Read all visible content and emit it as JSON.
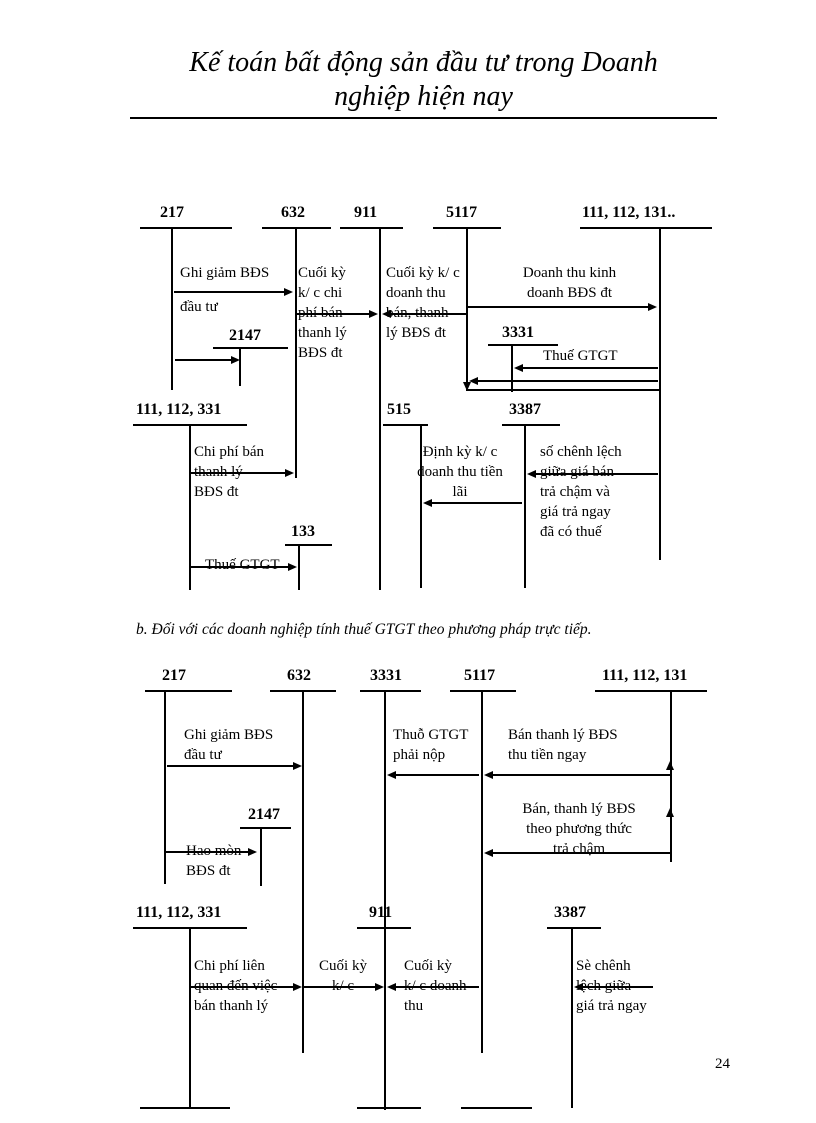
{
  "page": {
    "title": "Kế toán bất động sản đầu tư trong Doanh\nnghiệp hiện nay",
    "section_b": "b. Đối với các doanh nghiệp tính thuế GTGT theo phương pháp trực tiếp.",
    "page_number": "24"
  },
  "d1": {
    "acc_217": "217",
    "acc_632": "632",
    "acc_911": "911",
    "acc_5117": "5117",
    "acc_111_112_131": "111, 112, 131..",
    "acc_2147": "2147",
    "acc_3331": "3331",
    "acc_111_112_331": "111, 112, 331",
    "acc_515": "515",
    "acc_3387": "3387",
    "acc_133": "133",
    "lbl_ghi_giam_1": "Ghi giảm BĐS",
    "lbl_ghi_giam_2": "đầu tư",
    "lbl_cuoi_ky_chi_phi": "Cuối kỳ\nk/ c chi\nphí bán\nthanh lý\nBĐS đt",
    "lbl_cuoi_ky_doanh_thu": "Cuối kỳ k/ c\ndoanh thu\nbán, thanh\nlý BĐS đt",
    "lbl_doanh_thu_kd": "Doanh thu kinh\ndoanh BĐS đt",
    "lbl_thue_gtgt_1": "Thuế GTGT",
    "lbl_chi_phi_ban": "Chi phí bán\nthanh lý\nBĐS đt",
    "lbl_dinh_ky": "Định kỳ k/ c\ndoanh thu tiền\nlãi",
    "lbl_so_chenh_lech": "số chênh lệch\ngiữa giá bán\ntrả chậm và\ngiá trả ngay\nđã có thuế",
    "lbl_thue_gtgt_2": "Thuế GTGT"
  },
  "d2": {
    "acc_217": "217",
    "acc_632": "632",
    "acc_3331": "3331",
    "acc_5117": "5117",
    "acc_111_112_131": "111, 112, 131",
    "acc_2147": "2147",
    "acc_111_112_331": "111, 112, 331",
    "acc_911": "911",
    "acc_3387": "3387",
    "lbl_ghi_giam": "Ghi giảm BĐS\nđầu tư",
    "lbl_thue_phai_nop": "Thuỗ GTGT\nphải nộp",
    "lbl_ban_thanh_ly_ngay": "Bán thanh lý BĐS\nthu tiền ngay",
    "lbl_hao_mon": "Hao mòn\nBĐS đt",
    "lbl_ban_thanh_ly_cham": "Bán, thanh lý BĐS\ntheo phương thức\ntrả chậm",
    "lbl_chi_phi_lien_quan": "Chi phí liên\nquan đến việc\nbán thanh lý",
    "lbl_cuoi_ky_kc": "Cuối kỳ\nk/ c",
    "lbl_cuoi_ky_doanh_thu": "Cuối kỳ\nk/ c doanh\nthu",
    "lbl_se_chenh_lech": "Sè chênh\nlệch giữa\ngiá trả ngay"
  }
}
